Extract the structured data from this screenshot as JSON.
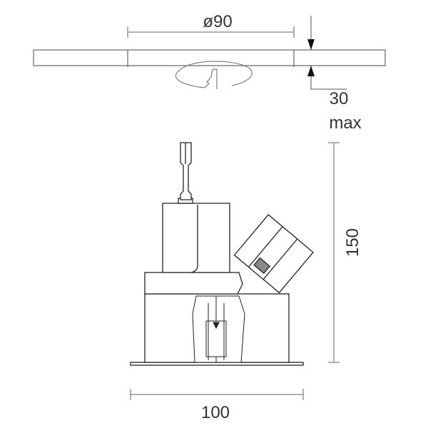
{
  "drawing": {
    "diameter_label": "ø90",
    "ceiling_thickness_value": "30",
    "ceiling_thickness_suffix": "max",
    "height_label": "150",
    "width_label": "100",
    "line_color": "#333333",
    "dim_color": "#555555"
  }
}
